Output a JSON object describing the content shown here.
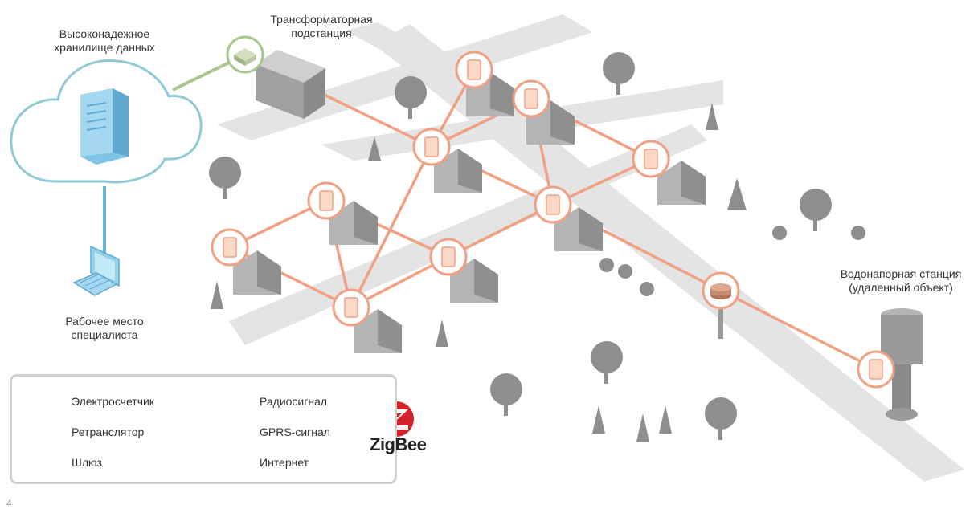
{
  "labels": {
    "storage": [
      "Высоконадежное",
      "хранилище данных"
    ],
    "substation": [
      "Трансформаторная",
      "подстанция"
    ],
    "workstation": [
      "Рабочее место",
      "специалиста"
    ],
    "water_station": [
      "Водонапорная станция",
      "(удаленный объект)"
    ]
  },
  "legend": {
    "meter": "Электросчетчик",
    "repeater": "Ретранслятор",
    "gateway": "Шлюз",
    "radio": "Радиосигнал",
    "gprs": "GPRS-сигнал",
    "internet": "Интернет"
  },
  "brand": "ZigBee",
  "page_number": "4",
  "colors": {
    "radio": "#f0a184",
    "gprs": "#a8c68e",
    "internet": "#6bb8d6",
    "meter_fill": "#fbd9c6",
    "repeater": "#c98a70",
    "gateway": "#b7c9a0",
    "buildings": "#9d9d9d",
    "roads": "#e3e3e3"
  }
}
